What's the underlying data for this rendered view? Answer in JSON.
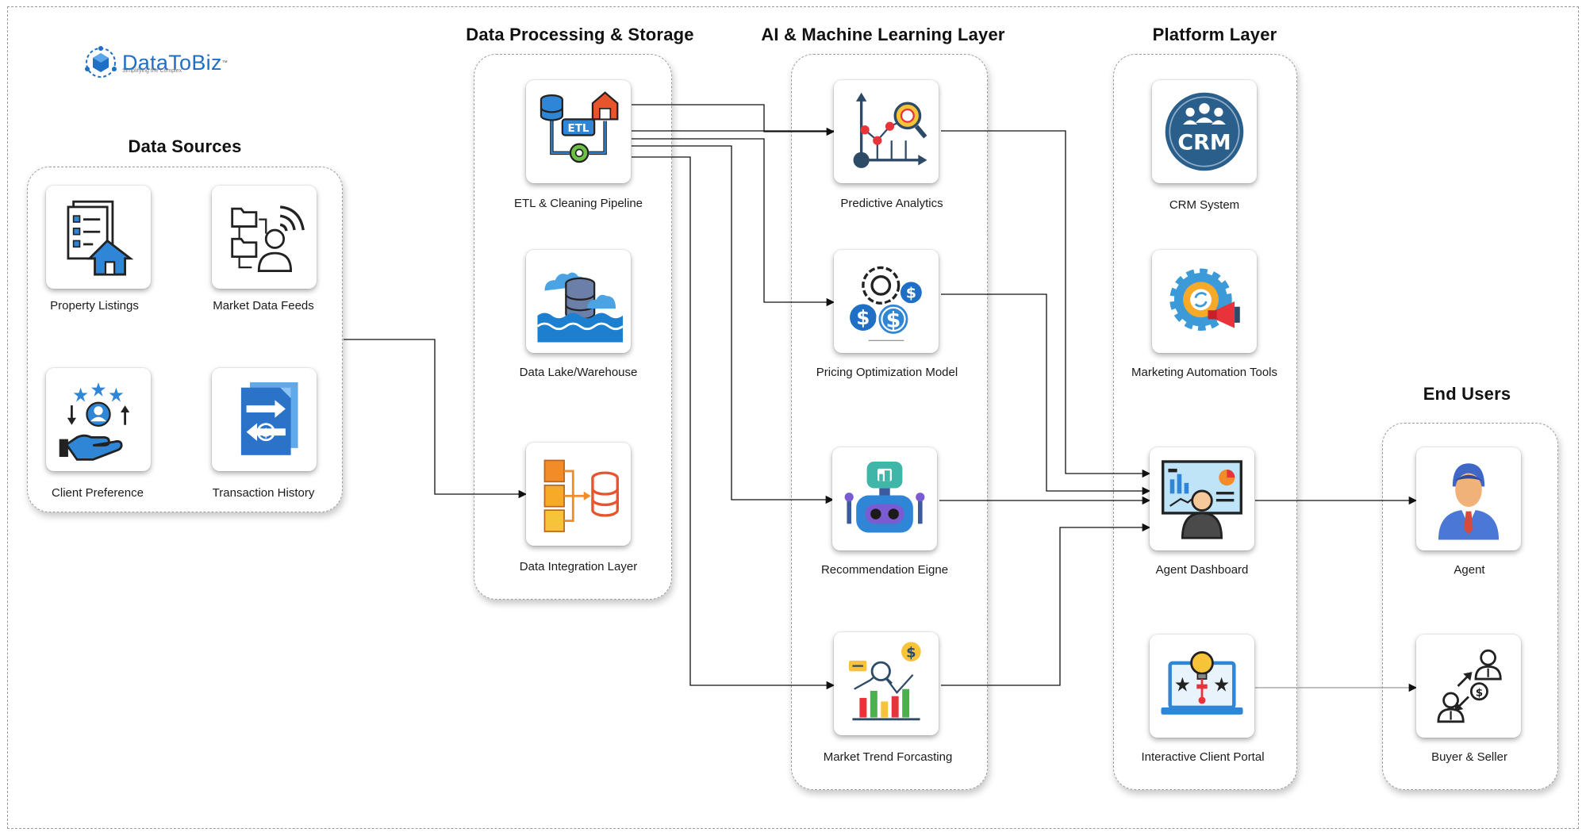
{
  "logo": {
    "text": "DataToBiz",
    "tm": "™",
    "tagline": "Simplifying the Complex"
  },
  "sections": {
    "data_sources": "Data Sources",
    "processing": "Data Processing  & Storage",
    "ml": "AI & Machine Learning Layer",
    "platform": "Platform Layer",
    "end_users": "End Users"
  },
  "nodes": {
    "property_listings": "Property Listings",
    "market_data_feeds": "Market Data Feeds",
    "client_preference": "Client Preference",
    "transaction_history": "Transaction History",
    "etl": "ETL  & Cleaning Pipeline",
    "data_lake": "Data Lake/Warehouse",
    "data_integration": "Data Integration Layer",
    "predictive": "Predictive Analytics",
    "pricing": "Pricing Optimization Model",
    "recommendation": "Recommendation Eigne",
    "market_trend": "Market Trend Forcasting",
    "crm": "CRM System",
    "crm_icon_text": "CRM",
    "etl_icon_text": "ETL",
    "marketing": "Marketing Automation Tools",
    "agent_dashboard": "Agent Dashboard",
    "client_portal": "Interactive Client Portal",
    "agent": "Agent",
    "buyer_seller": "Buyer & Seller"
  },
  "icons": {
    "property_listings": "document-house-icon",
    "market_data_feeds": "data-feed-person-icon",
    "client_preference": "hand-user-stars-icon",
    "transaction_history": "transaction-document-icon",
    "etl": "etl-pipeline-icon",
    "data_lake": "data-lake-icon",
    "data_integration": "data-integration-icon",
    "predictive": "predictive-chart-icon",
    "pricing": "pricing-gear-dollar-icon",
    "recommendation": "robot-icon",
    "market_trend": "trend-chart-icon",
    "crm": "crm-badge-icon",
    "marketing": "marketing-gear-megaphone-icon",
    "agent_dashboard": "dashboard-presenter-icon",
    "client_portal": "laptop-idea-icon",
    "agent": "agent-avatar-icon",
    "buyer_seller": "buyer-seller-exchange-icon"
  },
  "colors": {
    "accent_blue": "#1f6fc4",
    "crm_blue": "#2a5f8c",
    "orange": "#f28c28",
    "green": "#4caf50"
  }
}
